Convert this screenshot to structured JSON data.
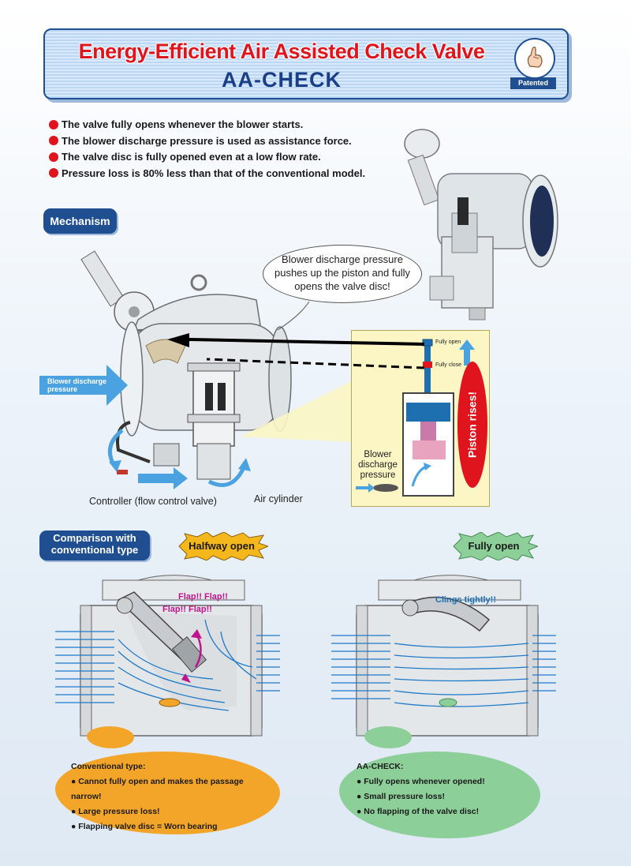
{
  "header": {
    "title": "Energy-Efficient Air Assisted Check Valve",
    "subtitle": "AA-CHECK",
    "badge": "Patented",
    "icon": "hand-pointing-icon"
  },
  "features": [
    "The valve fully opens whenever the blower starts.",
    "The blower discharge pressure is used as assistance force.",
    "The valve disc is fully opened even at a low flow rate.",
    "Pressure loss is 80% less than that of the conventional model."
  ],
  "mechanism": {
    "tag": "Mechanism",
    "callout": "Blower discharge pressure pushes up the piston and fully opens the valve disc!",
    "inlet_label": "Blower discharge pressure",
    "controller_label": "Controller (flow control valve)",
    "cylinder_label": "Air cylinder",
    "zoom": {
      "fully_open": "Fully open",
      "fully_close": "Fully close",
      "piston_rises": "Piston rises!",
      "pressure_label": "Blower discharge pressure"
    }
  },
  "comparison": {
    "tag": "Comparison with conventional type",
    "left": {
      "state": "Halfway open",
      "note1": "Flap!! Flap!!",
      "note2": "Flap!! Flap!!",
      "heading": "Conventional type:",
      "points": [
        "Cannot fully open and makes the passage narrow!",
        "Large pressure loss!",
        "Flapping valve disc = Worn bearing"
      ]
    },
    "right": {
      "state": "Fully open",
      "note": "Clings tightly!!",
      "heading": "AA-CHECK:",
      "points": [
        "Fully opens whenever opened!",
        "Small pressure loss!",
        "No flapping of the valve disc!"
      ]
    }
  },
  "colors": {
    "brand_blue": "#1f4f91",
    "accent_red": "#e0141c",
    "conventional_orange": "#f3a52a",
    "aacheck_green": "#8ccf99"
  }
}
